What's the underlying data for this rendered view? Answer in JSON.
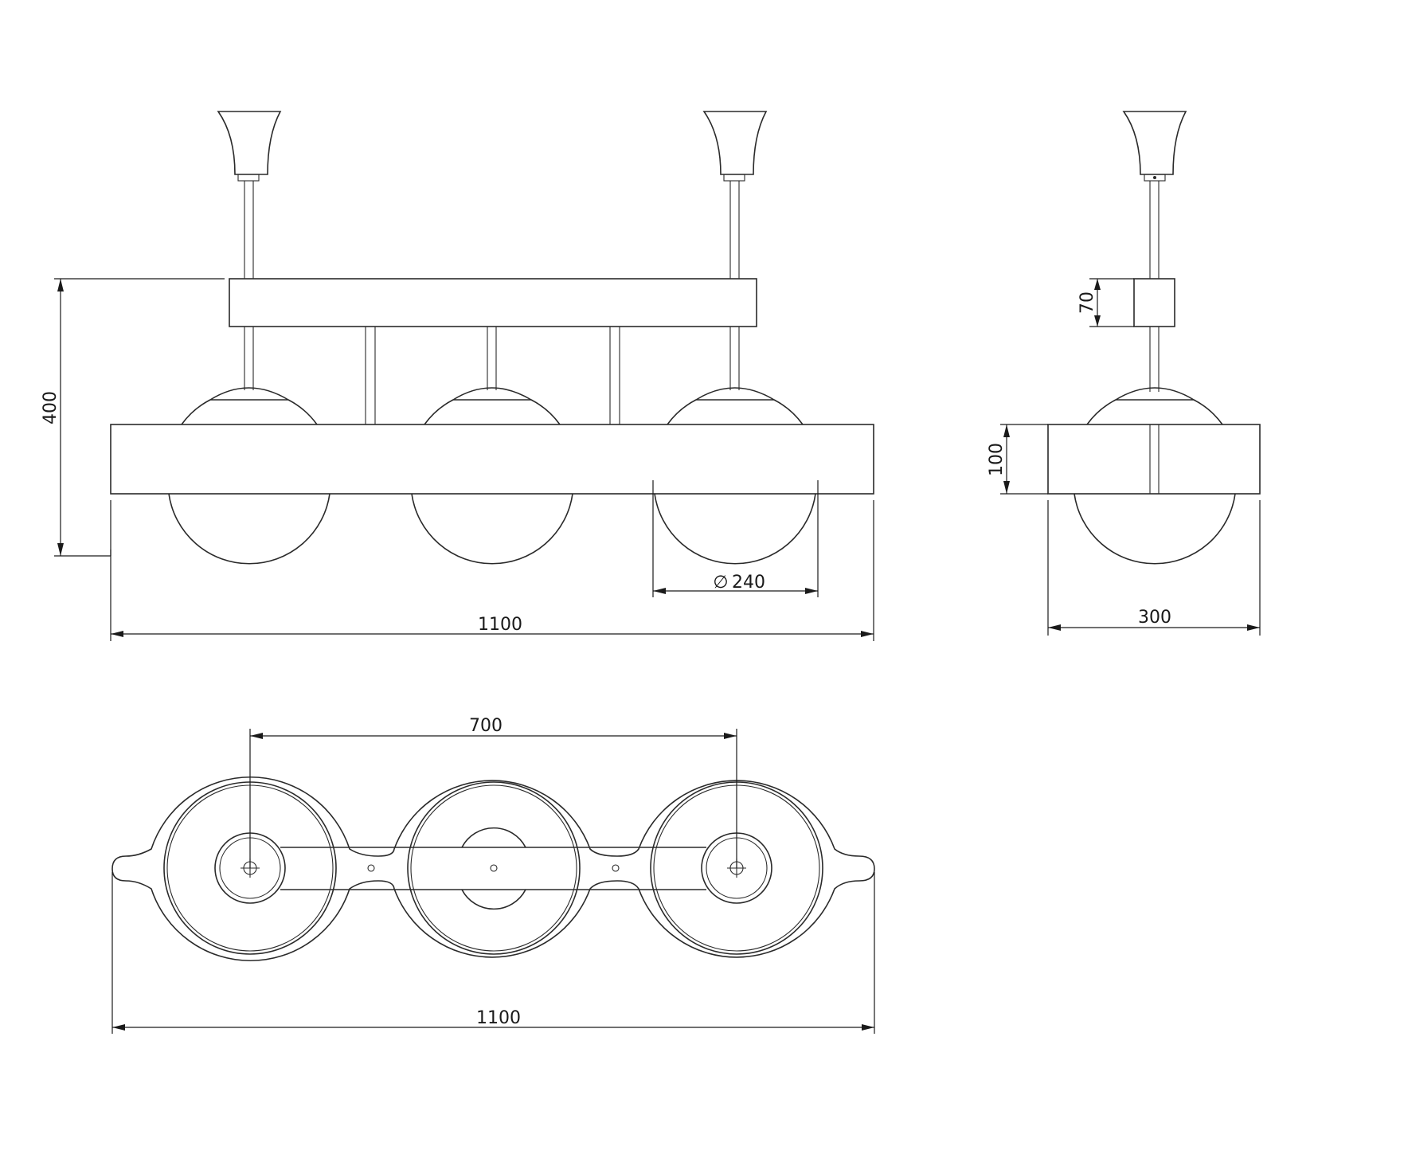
{
  "drawing": {
    "dimensions": {
      "front_height": "400",
      "globe_diameter": "240",
      "front_width": "1100",
      "side_canopy_height": "70",
      "side_body_height": "100",
      "side_width": "300",
      "top_span": "700",
      "top_width": "1100"
    },
    "diameter_symbol": "∅"
  },
  "colors": {
    "line": "#2a2a2a",
    "background": "#ffffff"
  }
}
